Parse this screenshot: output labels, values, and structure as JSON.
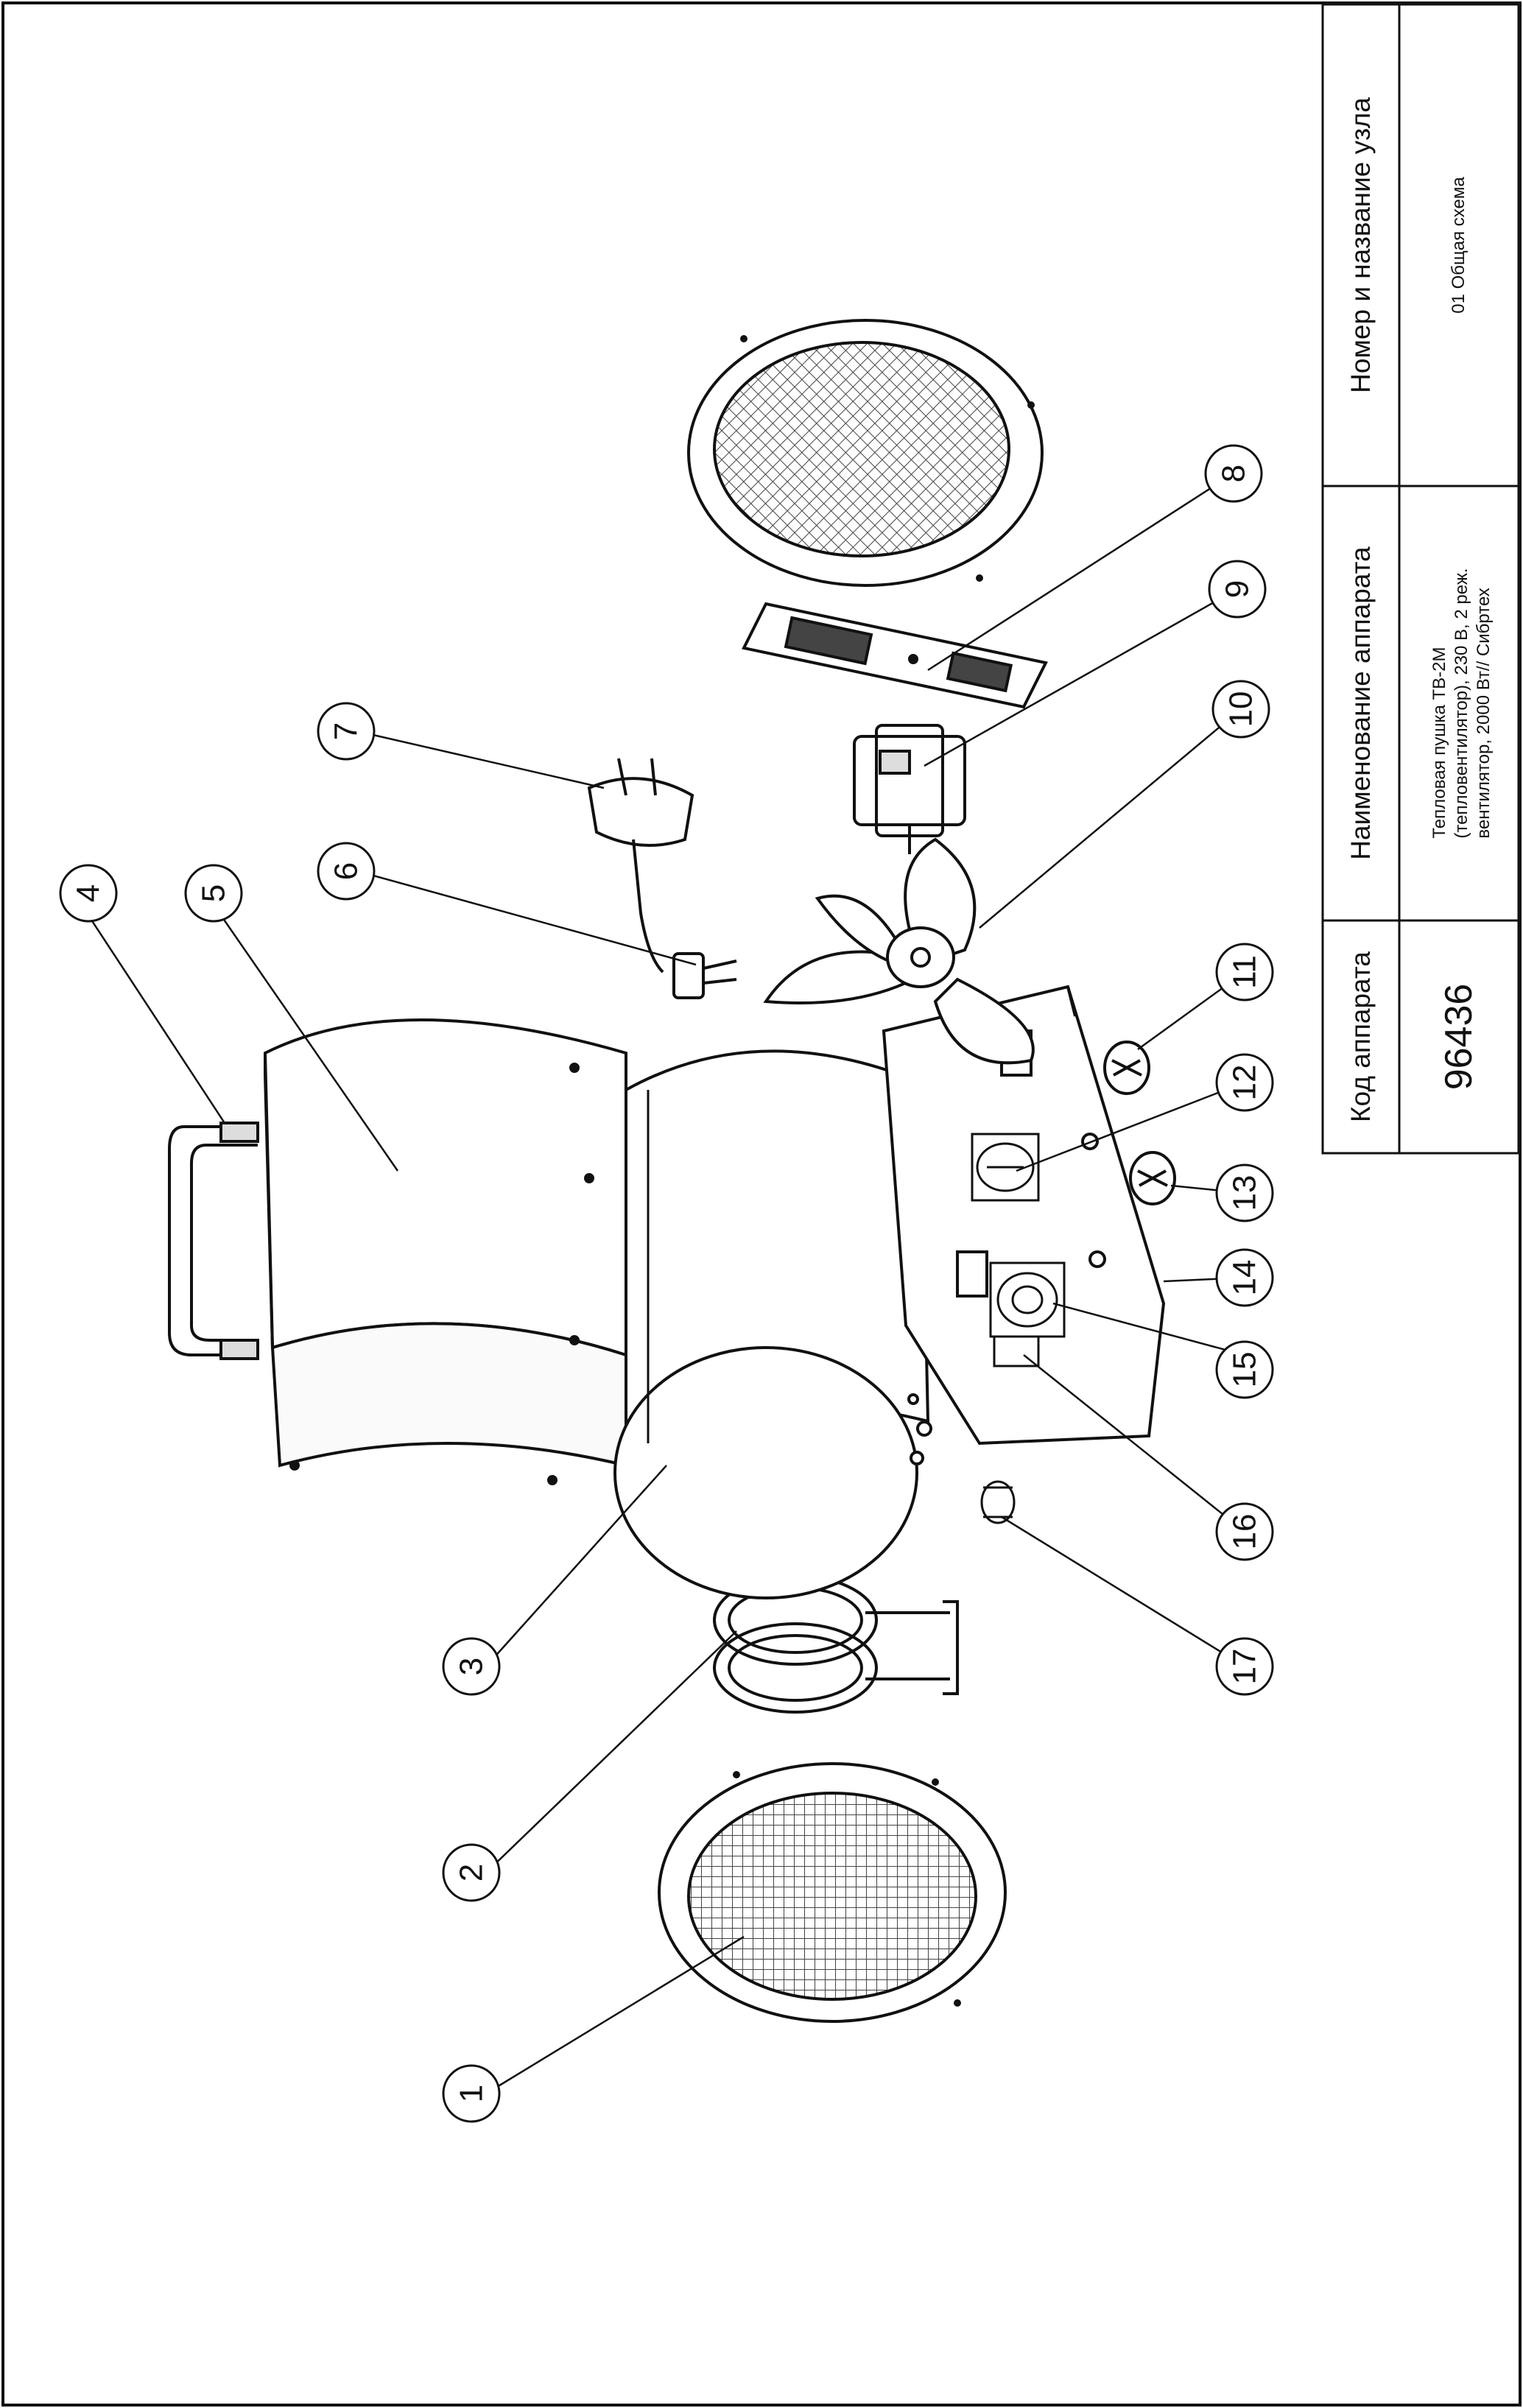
{
  "title_block": {
    "code_header": "Код аппарата",
    "code_value": "96436",
    "name_header": "Наименование аппарата",
    "name_lines": [
      "Тепловая пушка ТВ-2М",
      "(тепловентилятор), 230 В, 2 реж.",
      "вентилятор, 2000 Вт// Сибртех"
    ],
    "unit_header": "Номер и название узла",
    "unit_value": "01 Общая схема"
  },
  "callouts": [
    "1",
    "2",
    "3",
    "4",
    "5",
    "6",
    "7",
    "8",
    "9",
    "10",
    "11",
    "12",
    "13",
    "14",
    "15",
    "16",
    "17"
  ],
  "colors": {
    "line": "#111111",
    "mesh": "#555555",
    "background": "#ffffff"
  }
}
